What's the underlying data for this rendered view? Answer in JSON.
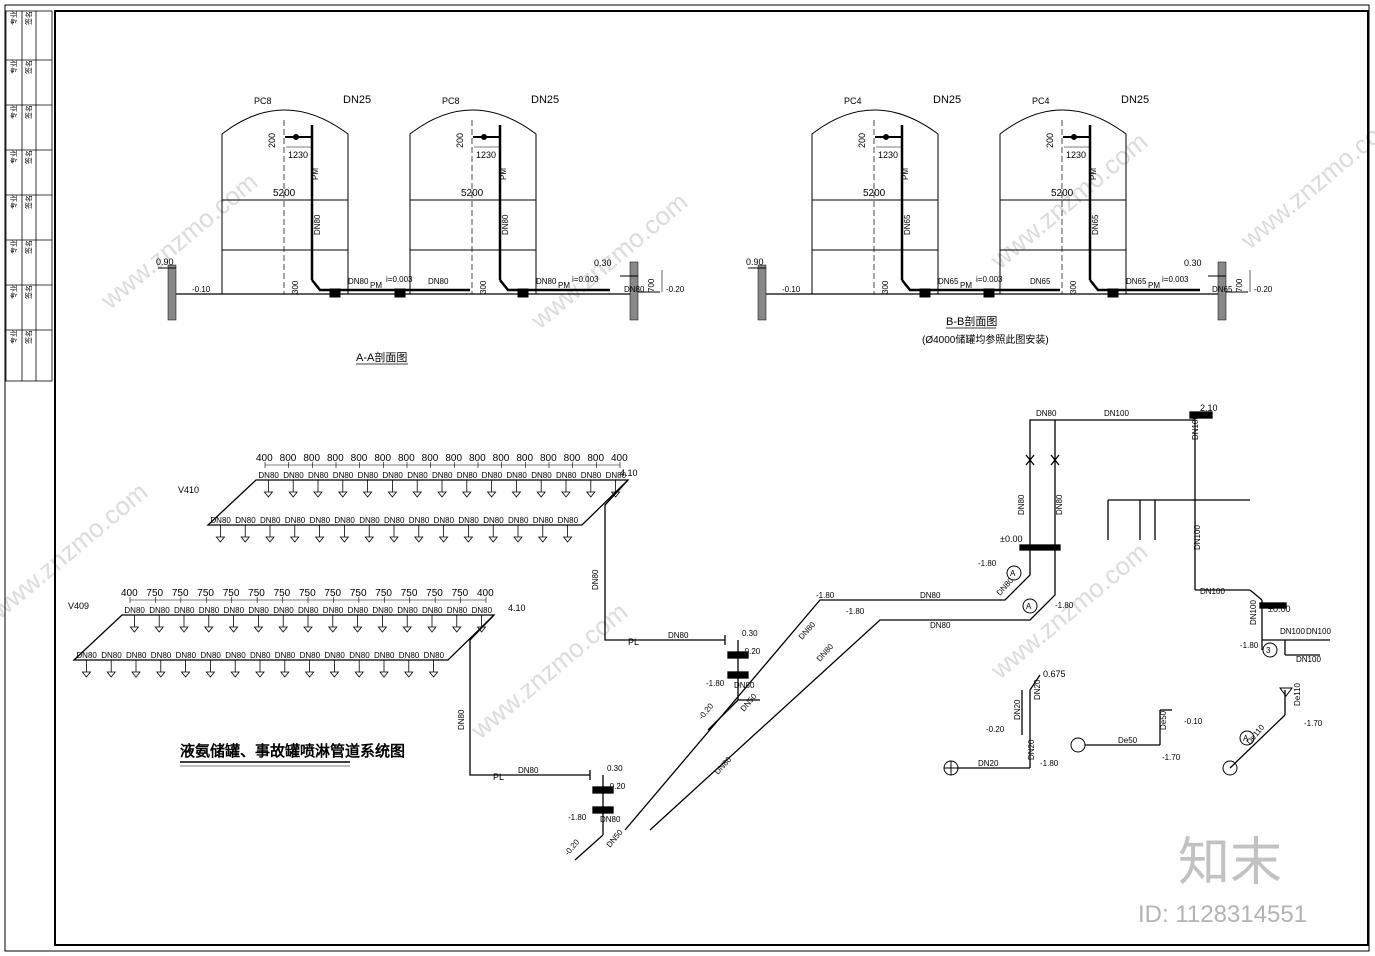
{
  "title_block": {
    "col1": [
      "专业",
      "专业",
      "专业",
      "专业",
      "专业",
      "专业",
      "专业",
      "专业",
      "专业"
    ],
    "col2": [
      "签名",
      "签名",
      "签名",
      "签名",
      "签名",
      "签名",
      "签名",
      "签名",
      "签名"
    ]
  },
  "section_aa": {
    "title": "A-A剖面图",
    "tank_labels": [
      "PC8",
      "PC8"
    ],
    "vent_label": "DN25",
    "dim_200": "200",
    "dim_1230": "1230",
    "dim_5200": "5200",
    "pipe_dn80": "DN80",
    "pipe_pm": "PM",
    "dim_300": "300",
    "slope": "i=0.003",
    "elev_left": "0.90",
    "elev_ground": "-0.10",
    "elev_right_top": "0.30",
    "elev_right_bot": "-0.20",
    "dim_700": "700"
  },
  "section_bb": {
    "title": "B-B剖面图",
    "subtitle": "(Ø4000储罐均参照此图安装)",
    "tank_labels": [
      "PC4",
      "PC4"
    ],
    "vent_label": "DN25",
    "dim_200": "200",
    "dim_1230": "1230",
    "dim_5200": "5200",
    "pipe_dn65": "DN65",
    "pipe_pm": "PM",
    "dim_300": "300",
    "slope": "i=0.003",
    "elev_left": "0.90",
    "elev_ground": "-0.10",
    "elev_right_top": "0.30",
    "elev_right_bot": "-0.20",
    "dim_700": "700"
  },
  "spray": {
    "title": "液氨储罐、事故罐喷淋管道系统图",
    "v410_label": "V410",
    "v410_dims": [
      "400",
      "800",
      "800",
      "800",
      "800",
      "800",
      "800",
      "800",
      "800",
      "800",
      "800",
      "800",
      "800",
      "800",
      "800",
      "400"
    ],
    "v409_label": "V409",
    "v409_dims": [
      "400",
      "750",
      "750",
      "750",
      "750",
      "750",
      "750",
      "750",
      "750",
      "750",
      "750",
      "750",
      "750",
      "750",
      "400"
    ],
    "elev_410": "4.10",
    "pipe": "DN80",
    "pl": "PL",
    "dn50": "DN50",
    "elev_030": "0.30",
    "elev_m020": "-0.20",
    "elev_m180": "-1.80",
    "elev_m020b": "-0.20"
  },
  "right_sys": {
    "dn80": "DN80",
    "dn100": "DN100",
    "elev_210": "2.10",
    "elev_000": "±0.00",
    "elev_m180": "-1.80",
    "marker_a": "A",
    "marker_3": "3",
    "dn20": "DN20",
    "elev_0675": "0.675",
    "elev_m020": "-0.20",
    "de50": "De50",
    "elev_m010": "-0.10",
    "elev_m170": "-1.70",
    "de110": "De110"
  },
  "brand": {
    "logo": "知末",
    "id": "ID: 1128314551",
    "watermark": "www.znzmo.com"
  }
}
